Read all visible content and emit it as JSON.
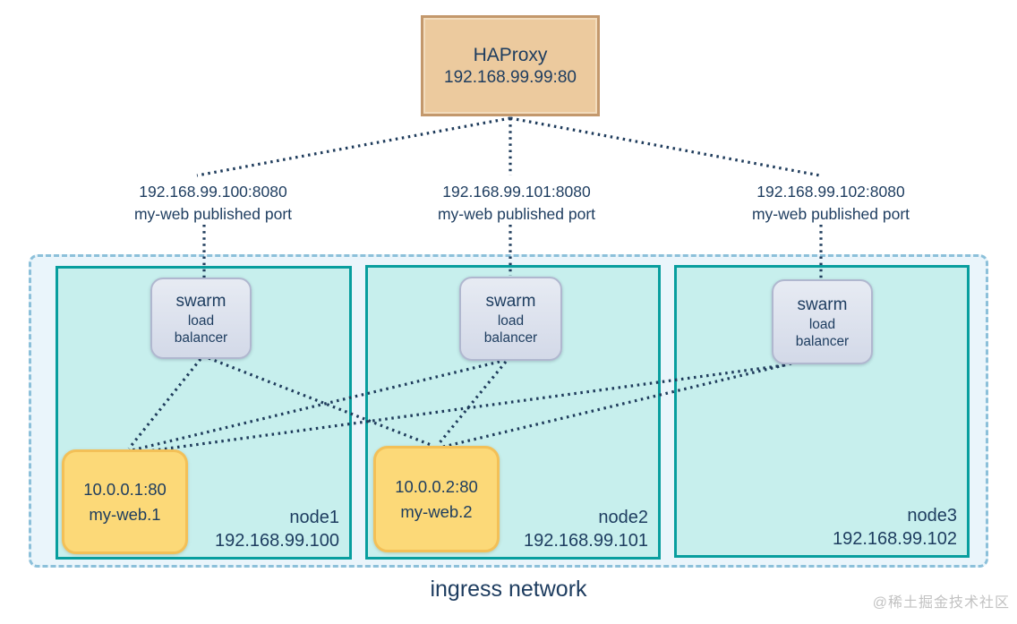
{
  "haproxy": {
    "title": "HAProxy",
    "address": "192.168.99.99:80"
  },
  "published_ports": [
    {
      "address": "192.168.99.100:8080",
      "caption": "my-web published port"
    },
    {
      "address": "192.168.99.101:8080",
      "caption": "my-web published port"
    },
    {
      "address": "192.168.99.102:8080",
      "caption": "my-web published port"
    }
  ],
  "nodes": [
    {
      "name": "node1",
      "ip": "192.168.99.100",
      "lb": [
        "swarm",
        "load",
        "balancer"
      ],
      "task": {
        "address": "10.0.0.1:80",
        "name": "my-web.1"
      }
    },
    {
      "name": "node2",
      "ip": "192.168.99.101",
      "lb": [
        "swarm",
        "load",
        "balancer"
      ],
      "task": {
        "address": "10.0.0.2:80",
        "name": "my-web.2"
      }
    },
    {
      "name": "node3",
      "ip": "192.168.99.102",
      "lb": [
        "swarm",
        "load",
        "balancer"
      ]
    }
  ],
  "network_label": "ingress network",
  "watermark": "@稀土掘金技术社区",
  "edges": [
    {
      "from": "haproxy",
      "to": "published-port-1"
    },
    {
      "from": "haproxy",
      "to": "published-port-2"
    },
    {
      "from": "haproxy",
      "to": "published-port-3"
    },
    {
      "from": "published-port-1",
      "to": "swarm-lb-node1"
    },
    {
      "from": "published-port-2",
      "to": "swarm-lb-node2"
    },
    {
      "from": "published-port-3",
      "to": "swarm-lb-node3"
    },
    {
      "from": "swarm-lb-node1",
      "to": "my-web.1"
    },
    {
      "from": "swarm-lb-node1",
      "to": "my-web.2"
    },
    {
      "from": "swarm-lb-node2",
      "to": "my-web.1"
    },
    {
      "from": "swarm-lb-node2",
      "to": "my-web.2"
    },
    {
      "from": "swarm-lb-node3",
      "to": "my-web.1"
    },
    {
      "from": "swarm-lb-node3",
      "to": "my-web.2"
    }
  ],
  "colors": {
    "text": "#1d3c5f",
    "haproxy_fill": "#ecca9e",
    "haproxy_border": "#c3986c",
    "ingress_fill": "#eaf5fb",
    "ingress_border": "#8cc0da",
    "node_fill": "#c7efed",
    "node_border": "#089e9e",
    "lb_fill": "#d9deec",
    "lb_border": "#b0b7cf",
    "task_fill": "#fcd978",
    "task_border": "#f3c057",
    "connector": "#1f3c5c",
    "watermark": "#c2c2c2"
  }
}
